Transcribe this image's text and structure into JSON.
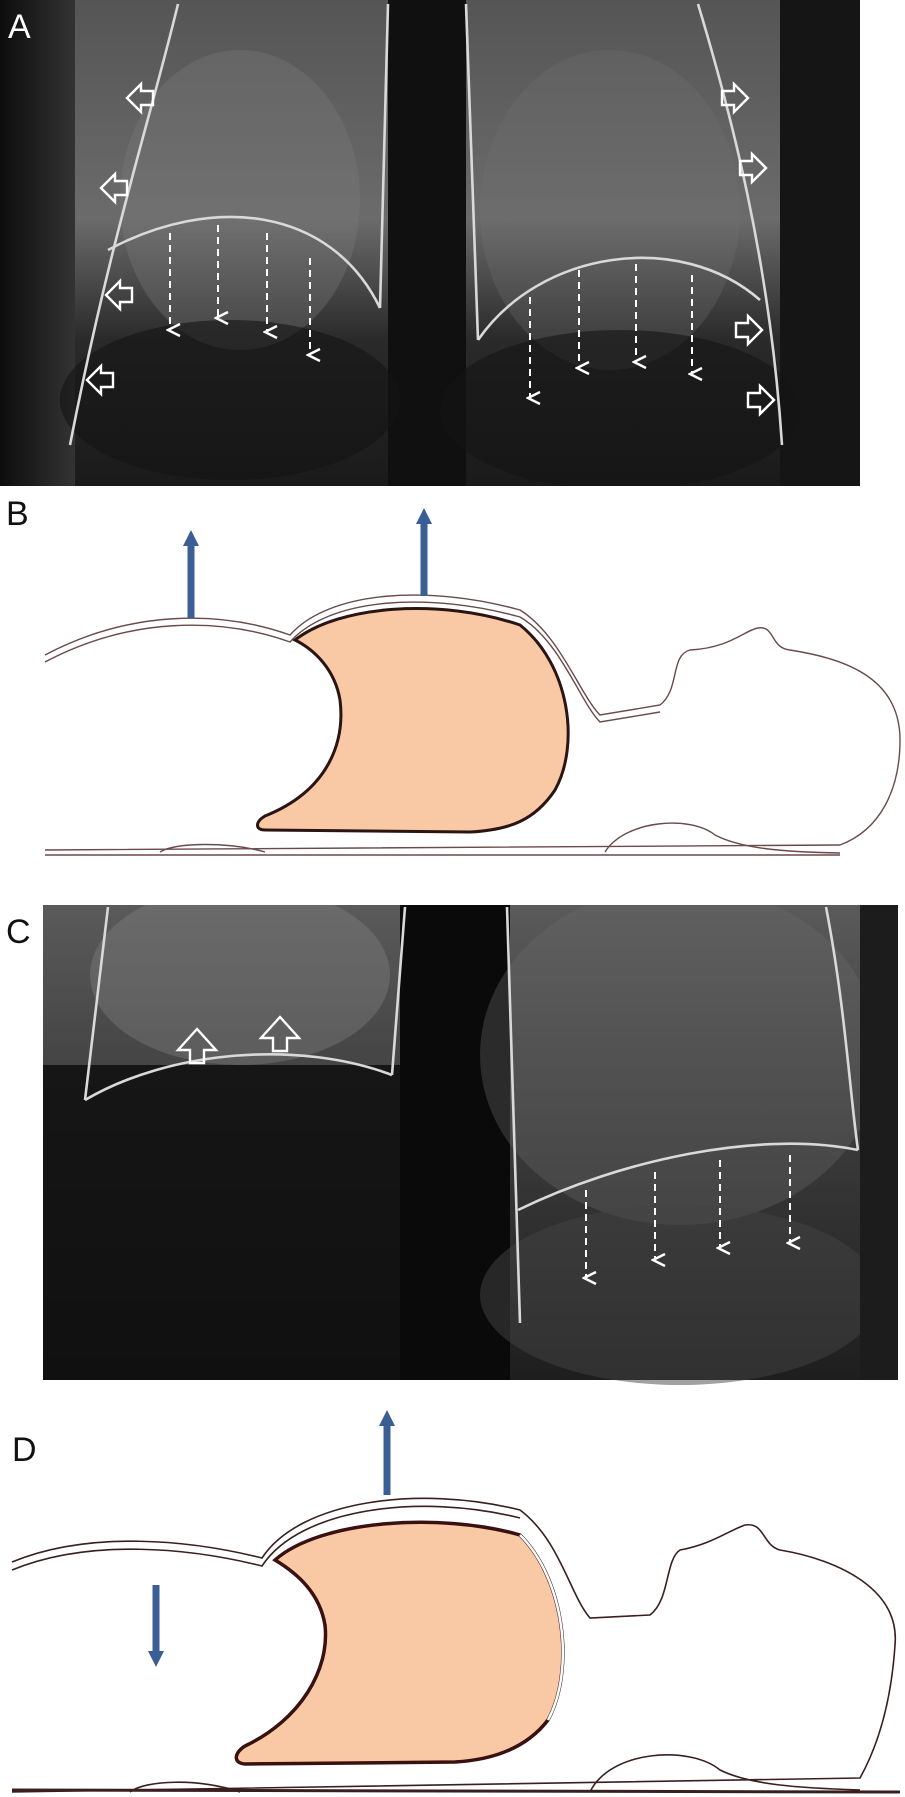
{
  "figure": {
    "panels": [
      {
        "id": "A",
        "label": "A",
        "kind": "radiograph",
        "dome_arrows": "down",
        "chest_wall_arrows": "outward"
      },
      {
        "id": "B",
        "label": "B",
        "kind": "body-silhouette",
        "arrows": [
          "up",
          "up"
        ]
      },
      {
        "id": "C",
        "label": "C",
        "kind": "radiograph",
        "left_dome_arrows": "up",
        "right_dome_arrows": "down"
      },
      {
        "id": "D",
        "label": "D",
        "kind": "body-silhouette",
        "arrows": [
          "up",
          "down"
        ]
      }
    ],
    "colors": {
      "lung_fill": "#f9c9a6",
      "arrow_blue": "#3b5f94",
      "xray_outline": "#d9d9d9",
      "body_outline": "#3a1f1f"
    }
  }
}
